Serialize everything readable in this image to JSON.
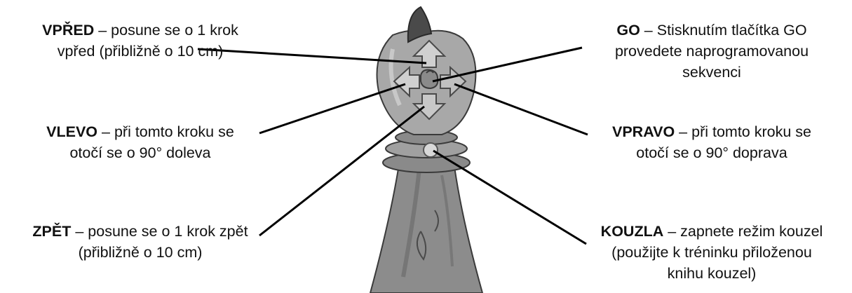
{
  "labels": {
    "forward": {
      "key": "VPŘED",
      "line1": " – posune se o 1 krok",
      "line2": "vpřed (přibližně o 10 cm)"
    },
    "left": {
      "key": "VLEVO",
      "line1": " – při tomto kroku se",
      "line2": "otočí se o 90° doleva"
    },
    "back": {
      "key": "ZPĚT",
      "line1": " – posune se o 1 krok zpět",
      "line2": "(přibližně o 10 cm)"
    },
    "go": {
      "key": "GO",
      "line1": " – Stisknutím tlačítka GO",
      "line2": "provedete naprogramovanou",
      "line3": "sekvenci"
    },
    "right": {
      "key": "VPRAVO",
      "line1": " – při tomto kroku se",
      "line2": "otočí se o 90° doprava"
    },
    "spells": {
      "key": "KOUZLA",
      "line1": " – zapnete režim kouzel",
      "line2": "(použijte k tréninku přiloženou",
      "line3": "knihu kouzel)"
    }
  },
  "colors": {
    "body": "#9a9a9a",
    "body_dark": "#6e6e6e",
    "body_light": "#c4c4c4",
    "outline": "#3a3a3a",
    "leader": "#000000"
  }
}
